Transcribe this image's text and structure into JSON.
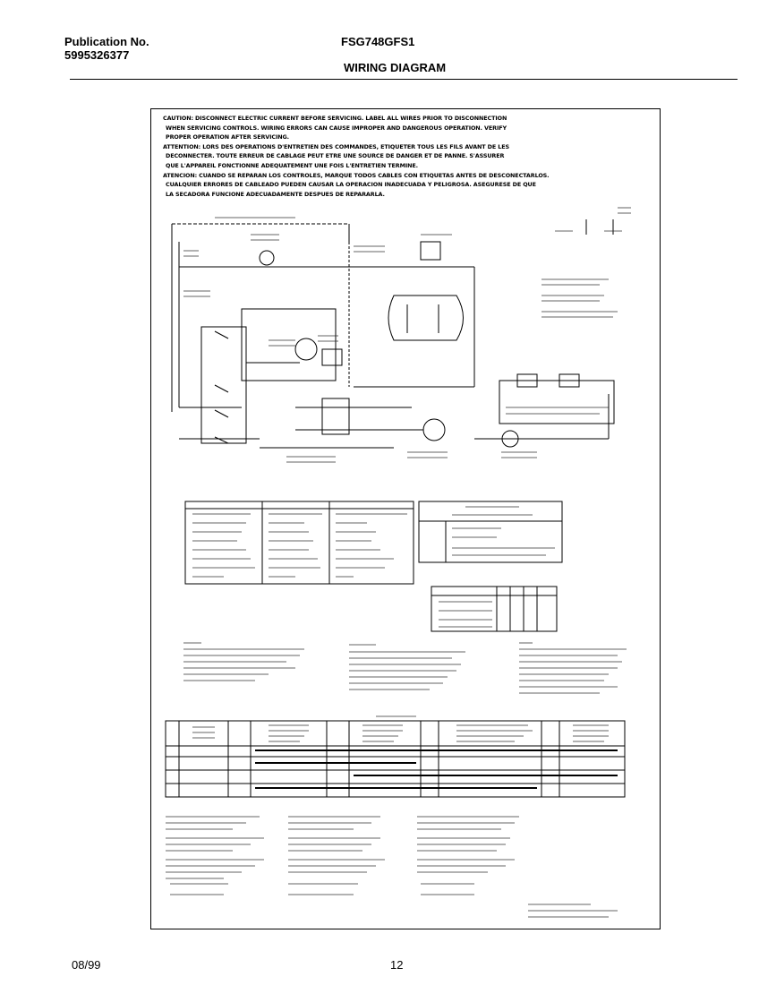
{
  "header": {
    "publication_label": "Publication No.",
    "publication_number": "5995326377",
    "model": "FSG748GFS1",
    "title": "WIRING DIAGRAM"
  },
  "caution": {
    "lines": [
      "CAUTION: DISCONNECT ELECTRIC CURRENT BEFORE SERVICING. LABEL ALL WIRES PRIOR TO DISCONNECTION",
      "WHEN SERVICING CONTROLS. WIRING ERRORS CAN CAUSE IMPROPER AND DANGEROUS OPERATION. VERIFY",
      "PROPER OPERATION AFTER SERVICING.",
      "ATTENTION: LORS DES OPERATIONS D'ENTRETIEN DES COMMANDES, ETIQUETER TOUS LES FILS AVANT DE LES",
      "DECONNECTER. TOUTE ERREUR DE CABLAGE PEUT ETRE UNE SOURCE DE DANGER ET DE PANNE. S'ASSURER",
      "QUE L'APPAREIL FONCTIONNE ADEQUATEMENT UNE FOIS L'ENTRETIEN TERMINE.",
      "ATENCION: CUANDO SE REPARAN LOS CONTROLES, MARQUE TODOS CABLES CON ETIQUETAS ANTES DE DESCONECTARLOS.",
      "CUALQUIER ERRORES DE CABLEADO PUEDEN CAUSAR LA OPERACION INADECUADA Y PELIGROSA. ASEGURESE DE QUE",
      "LA SECADORA FUNCIONE ADECUADAMENTE DESPUES DE REPARARLA."
    ]
  },
  "footer": {
    "date": "08/99",
    "page": "12"
  }
}
